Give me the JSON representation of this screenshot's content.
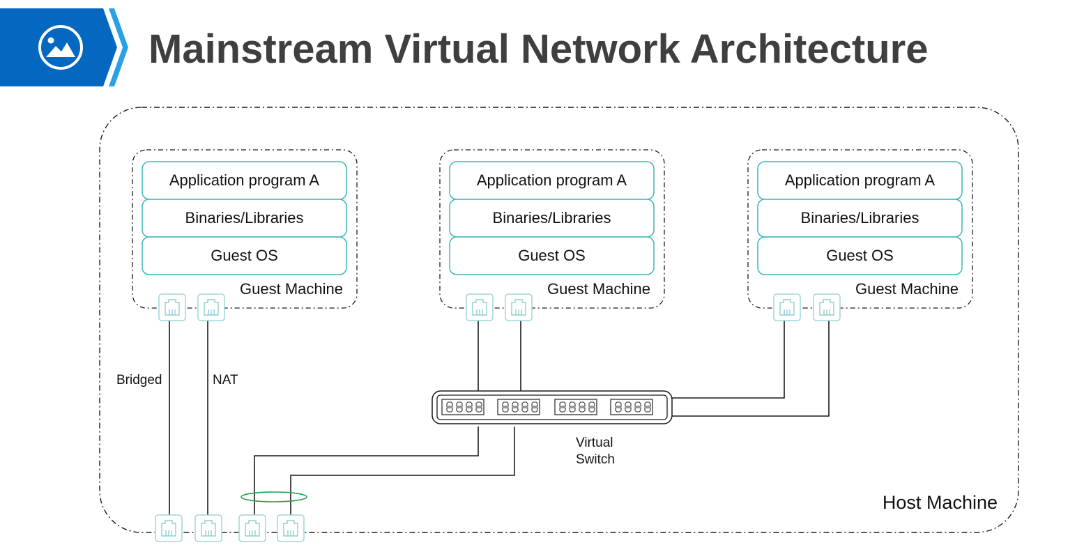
{
  "header": {
    "title": "Mainstream Virtual Network Architecture",
    "icon": "image-icon",
    "accent_color": "#0468c0",
    "accent_light": "#2aa1e6"
  },
  "diagram": {
    "host_label": "Host Machine",
    "guest_machines": [
      {
        "label": "Guest Machine",
        "layers": [
          "Application program A",
          "Binaries/Libraries",
          "Guest OS"
        ],
        "ports": 2
      },
      {
        "label": "Guest Machine",
        "layers": [
          "Application program A",
          "Binaries/Libraries",
          "Guest OS"
        ],
        "ports": 2
      },
      {
        "label": "Guest Machine",
        "layers": [
          "Application program A",
          "Binaries/Libraries",
          "Guest OS"
        ],
        "ports": 2
      }
    ],
    "switch": {
      "label_line1": "Virtual",
      "label_line2": "Switch",
      "port_groups": 4
    },
    "connection_labels": {
      "bridged": "Bridged",
      "nat": "NAT"
    },
    "host_ports": 4,
    "colors": {
      "layer_border": "#3ab8b8",
      "port_icon": "#8fcfd0",
      "bond_ellipse": "#1aa54a",
      "line": "#1a1a1a"
    }
  }
}
